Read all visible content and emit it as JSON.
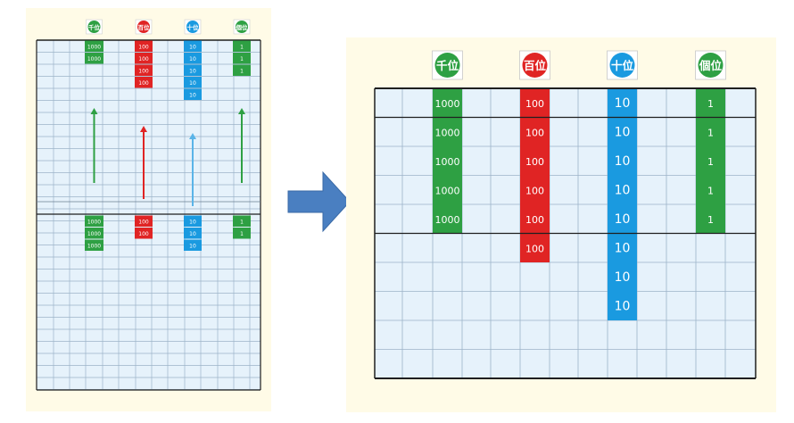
{
  "place_headers": [
    {
      "label": "千位",
      "color": "#2ea043"
    },
    {
      "label": "百位",
      "color": "#e02424"
    },
    {
      "label": "十位",
      "color": "#1a9ae0"
    },
    {
      "label": "個位",
      "color": "#2ea043"
    }
  ],
  "tiles": [
    {
      "label": "1000",
      "color": "#2ea043"
    },
    {
      "label": "100",
      "color": "#e02424"
    },
    {
      "label": "10",
      "color": "#1a9ae0"
    },
    {
      "label": "1",
      "color": "#2ea043"
    }
  ],
  "left_top_counts": [
    2,
    4,
    5,
    3
  ],
  "left_bottom_counts": [
    3,
    2,
    3,
    2
  ],
  "right_counts": [
    5,
    6,
    8,
    5
  ],
  "colors": {
    "panel_bg": "#fffbe7",
    "grid_fill": "#e6f2fb",
    "grid_line": "#9cb3c9",
    "grid_border": "#1f1f1f",
    "arrow_fill": "#4a7fc1",
    "arrow_stroke": "#3a6aa6"
  }
}
